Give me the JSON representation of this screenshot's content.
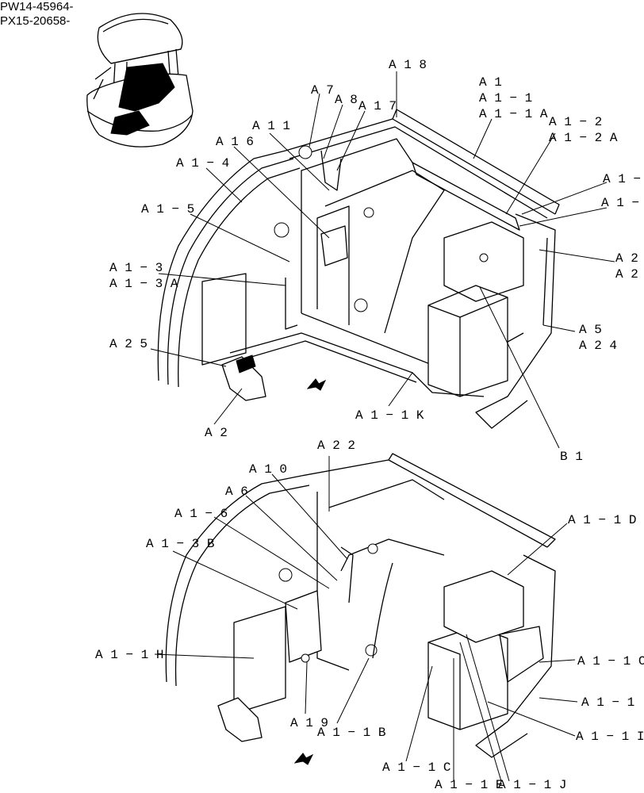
{
  "header": {
    "serial_1": "PW14-45964-",
    "serial_2": "PX15-20658-"
  },
  "upper_view": {
    "labels": {
      "A18": "A 1 8",
      "A1": "A 1",
      "A1_1": "A 1 − 1",
      "A1_1A": "A 1 − 1 A",
      "A7": "A 7",
      "A8": "A 8",
      "A17": "A 1 7",
      "A1_2": "A 1 − 2",
      "A1_2A": "A 1 − 2 A",
      "A11": "A 1 1",
      "A16": "A 1 6",
      "A1_4": "A 1 − 4",
      "A1_cut1": "A 1 −",
      "A1_cut2": "A 1 −",
      "A1_5": "A 1 − 5",
      "A2_cut1": "A 2",
      "A2_cut2": "A 2",
      "A1_3": "A 1 − 3",
      "A1_3A": "A 1 − 3 A",
      "A5": "A 5",
      "A24": "A 2 4",
      "A25": "A 2 5",
      "A1_1K": "A 1 − 1 K",
      "A2": "A 2",
      "B1": "B 1"
    }
  },
  "lower_view": {
    "labels": {
      "A22": "A 2 2",
      "A10": "A 1 0",
      "A6": "A 6",
      "A1_1D": "A 1 − 1 D",
      "A1_6": "A 1 − 6",
      "A1_3B": "A 1 − 3 B",
      "A1_1H": "A 1 − 1 H",
      "A1_1G_cut": "A 1 − 1 C",
      "A1_1_cut": "A 1 − 1",
      "A19": "A 1 9",
      "A1_1B": "A 1 − 1 B",
      "A1_1I_cut": "A 1 − 1 I",
      "A1_1C": "A 1 − 1 C",
      "A1_1E": "A 1 − 1 E",
      "A1_1J": "A 1 − 1 J"
    }
  }
}
